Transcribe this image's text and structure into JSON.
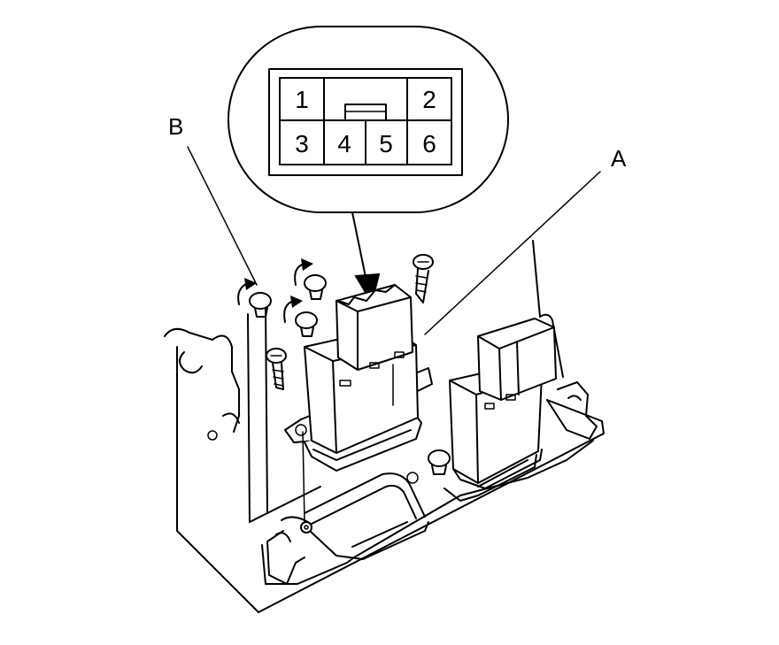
{
  "callouts": {
    "a": "A",
    "b": "B"
  },
  "connector": {
    "pins": [
      "1",
      "2",
      "3",
      "4",
      "5",
      "6"
    ]
  },
  "colors": {
    "line": "#000000",
    "background": "#ffffff"
  }
}
